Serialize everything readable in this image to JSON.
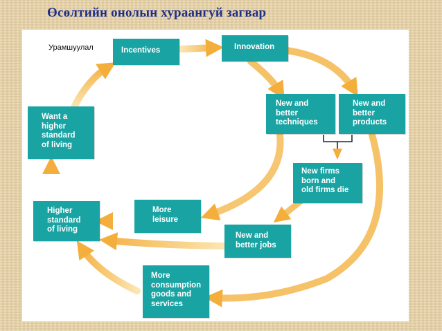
{
  "slide": {
    "title": "Өсөлтийн онолын хураангуй загвар",
    "corner_label": "Урамшуулал"
  },
  "diagram": {
    "colors": {
      "box": "#1aa3a3",
      "arrow": "#f6b64a",
      "arrow_light": "#fbe3a9",
      "title": "#1f2f88"
    },
    "boxes": {
      "incentives": "Incentives",
      "innovation": "Innovation",
      "techniques": "New and\nbetter\ntechniques",
      "products": "New and\nbetter\nproducts",
      "firms": "New firms\nborn and\nold firms die",
      "jobs": "New and\nbetter jobs",
      "leisure": "More\nleisure",
      "higher_standard": "Higher\nstandard\nof living",
      "want_higher": "Want a\nhigher\nstandard\nof living",
      "consumption": "More\nconsumption\ngoods and\nservices"
    }
  }
}
